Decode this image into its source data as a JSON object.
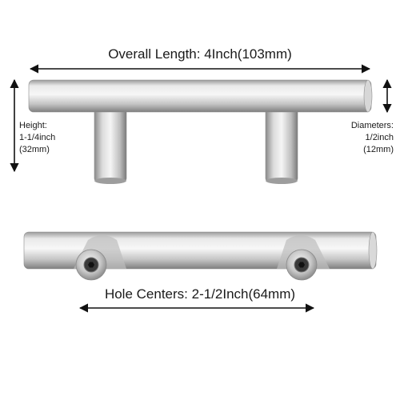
{
  "dimensions": {
    "overall_length": "Overall Length: 4Inch(103mm)",
    "hole_centers": "Hole Centers: 2-1/2Inch(64mm)",
    "height": {
      "line1": "Height:",
      "line2": "1-1/4inch",
      "line3": "(32mm)"
    },
    "diameters": {
      "line1": "Diameters:",
      "line2": "1/2inch",
      "line3": "(12mm)"
    }
  },
  "colors": {
    "steel_light": "#f4f4f4",
    "steel_mid": "#c9c9c9",
    "steel_dark": "#8e8e8e",
    "arrow": "#111111",
    "text": "#1a1a1a"
  }
}
